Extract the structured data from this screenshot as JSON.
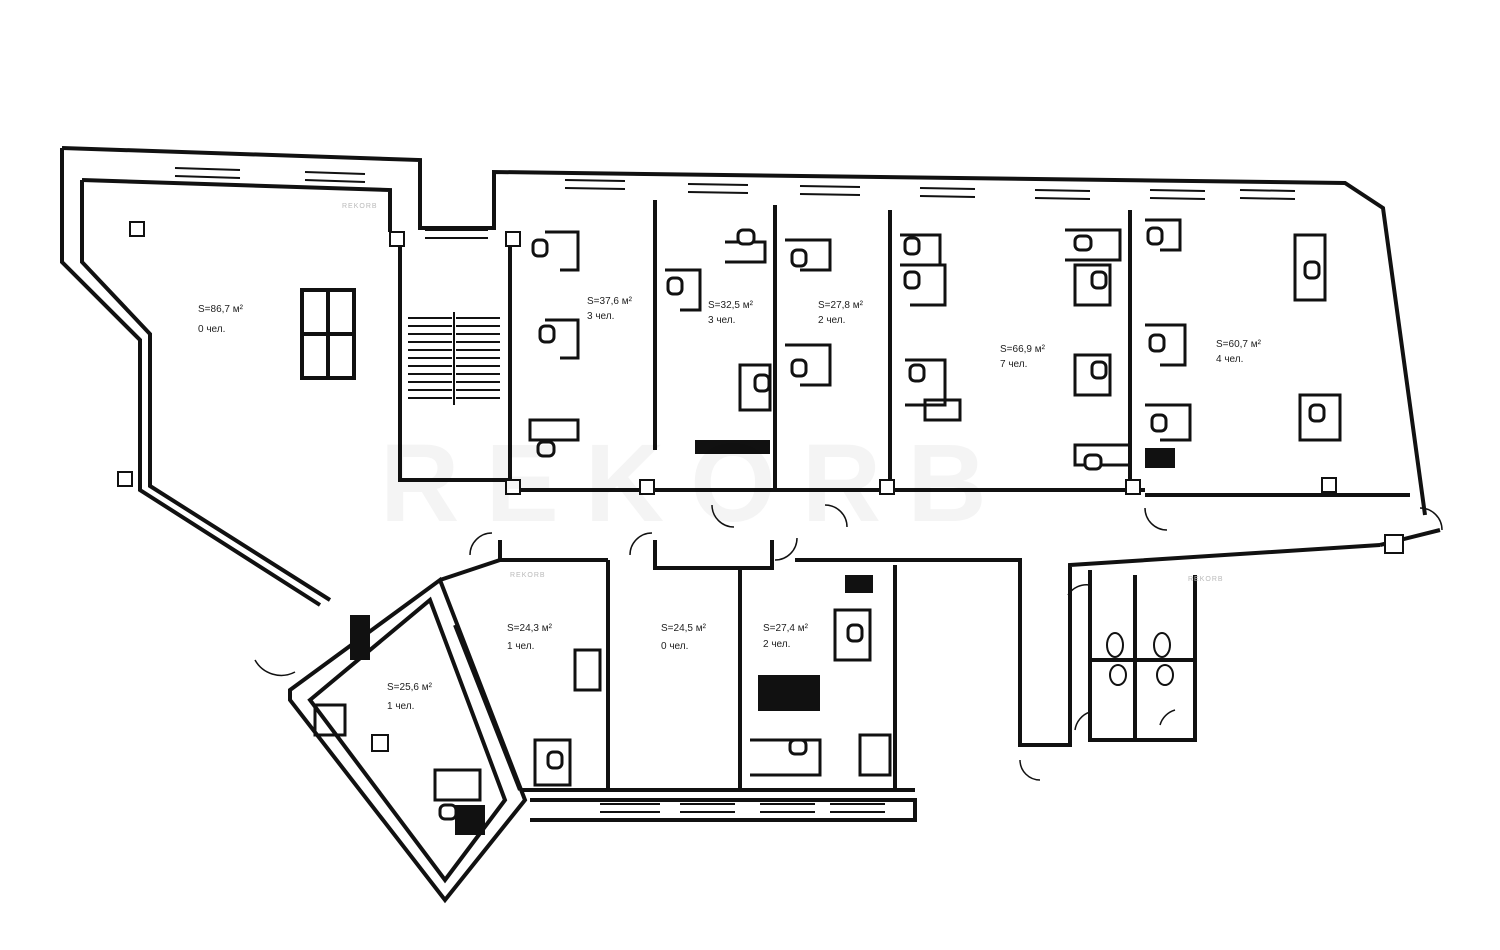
{
  "colors": {
    "wall": "#111111",
    "paper": "#ffffff",
    "text": "#222222",
    "watermark": "#b9b9b9"
  },
  "watermark": {
    "brand": "REKORB",
    "big": "REKORB"
  },
  "rooms": [
    {
      "id": "r1",
      "area": "S=86,7 м²",
      "people": "0 чел."
    },
    {
      "id": "r2",
      "area": "S=37,6 м²",
      "people": "3 чел."
    },
    {
      "id": "r3",
      "area": "S=32,5 м²",
      "people": "3 чел."
    },
    {
      "id": "r4",
      "area": "S=27,8 м²",
      "people": "2 чел."
    },
    {
      "id": "r5",
      "area": "S=66,9 м²",
      "people": "7 чел."
    },
    {
      "id": "r6",
      "area": "S=60,7 м²",
      "people": "4 чел."
    },
    {
      "id": "r7",
      "area": "S=24,3 м²",
      "people": "1 чел."
    },
    {
      "id": "r8",
      "area": "S=24,5 м²",
      "people": "0 чел."
    },
    {
      "id": "r9",
      "area": "S=27,4 м²",
      "people": "2 чел."
    },
    {
      "id": "r10",
      "area": "S=25,6 м²",
      "people": "1 чел."
    }
  ]
}
